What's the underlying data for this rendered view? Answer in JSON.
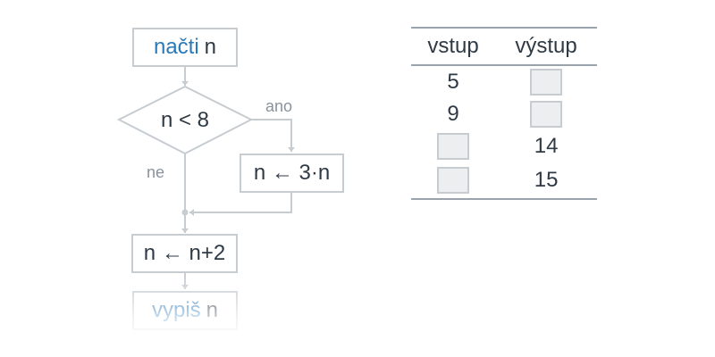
{
  "flowchart": {
    "input_keyword": "načti",
    "input_var": "n",
    "condition": "n < 8",
    "yes_label": "ano",
    "no_label": "ne",
    "yes_step": "n ← 3·n",
    "step": "n ← n+2",
    "output_keyword": "vypiš",
    "output_var": "n"
  },
  "table": {
    "headers": [
      "vstup",
      "výstup"
    ],
    "rows": [
      {
        "input": "5",
        "output": ""
      },
      {
        "input": "9",
        "output": ""
      },
      {
        "input": "",
        "output": "14"
      },
      {
        "input": "",
        "output": "15"
      }
    ]
  },
  "colors": {
    "keyword": "#2a79b8",
    "text": "#2f3a45",
    "lines": "#c7ccd1",
    "blank_fill": "#eceef0"
  }
}
